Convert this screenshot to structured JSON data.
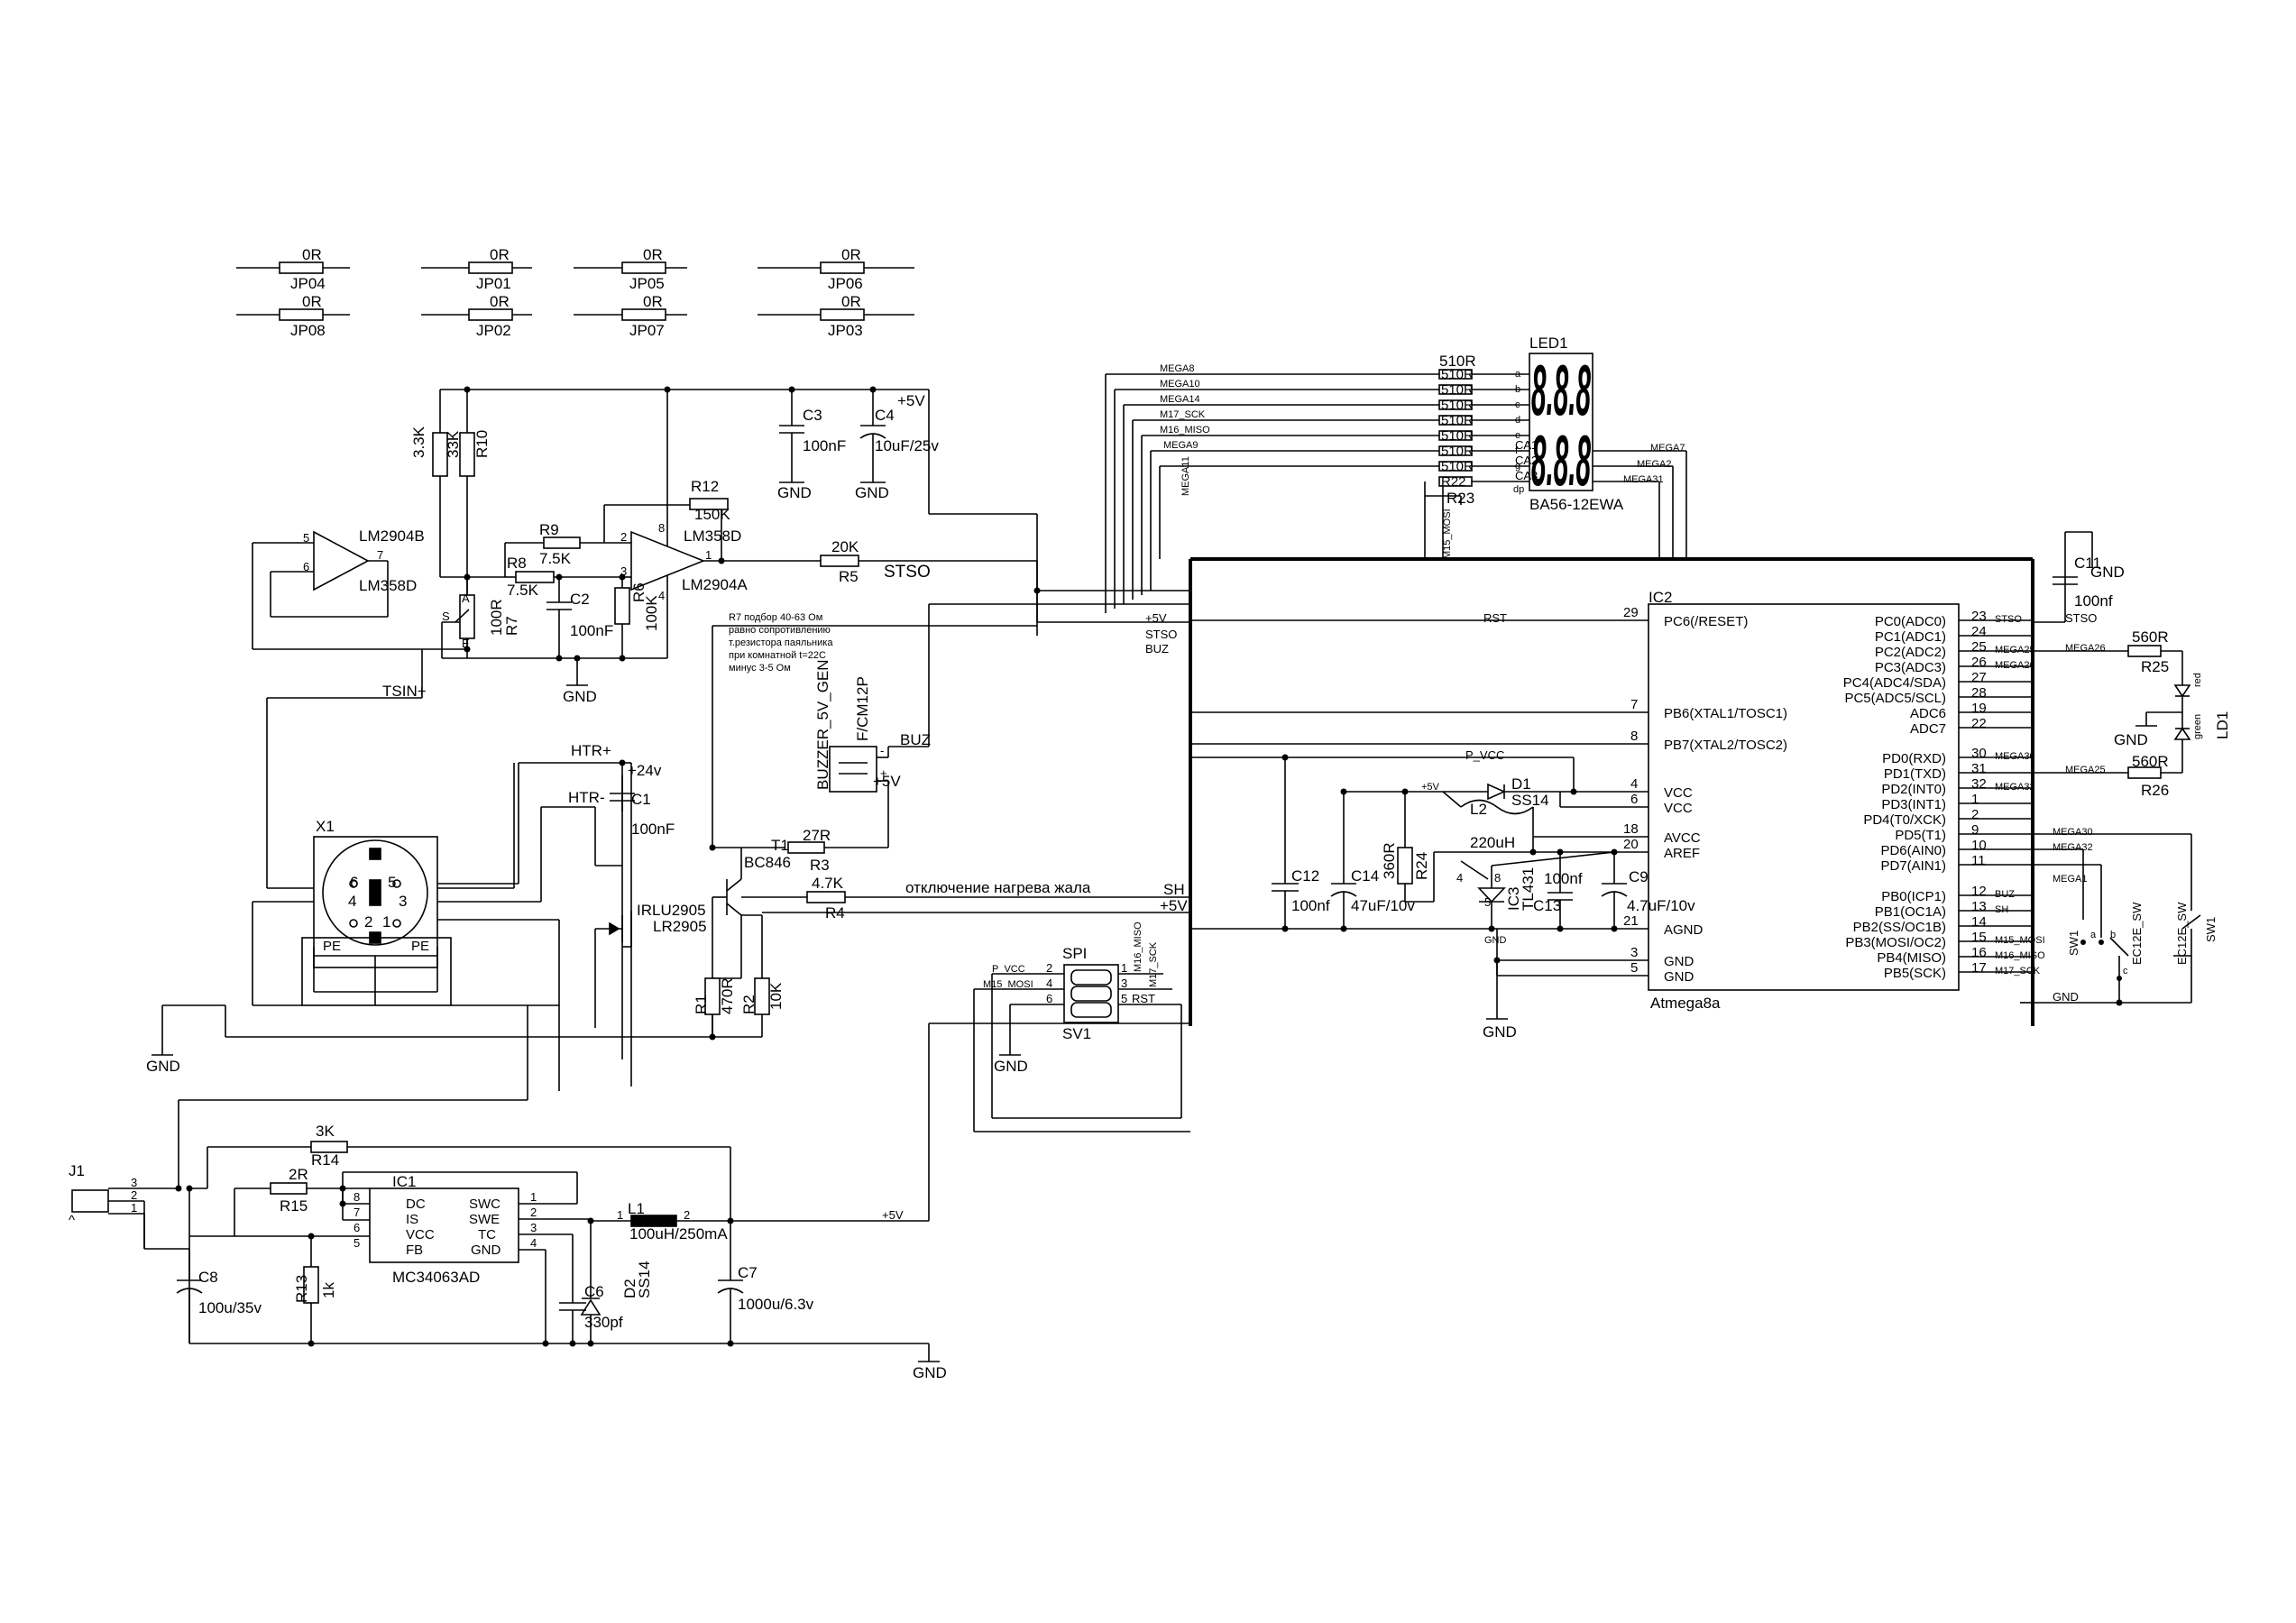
{
  "jumpers": [
    {
      "value": "0R",
      "ref": "JP04"
    },
    {
      "value": "0R",
      "ref": "JP01"
    },
    {
      "value": "0R",
      "ref": "JP05"
    },
    {
      "value": "0R",
      "ref": "JP06"
    },
    {
      "value": "0R",
      "ref": "JP08"
    },
    {
      "value": "0R",
      "ref": "JP02"
    },
    {
      "value": "0R",
      "ref": "JP07"
    },
    {
      "value": "0R",
      "ref": "JP03"
    }
  ],
  "opamp": {
    "r_3k3": "3.3K",
    "r10_val": "33K",
    "r10": "R10",
    "u1b": "LM2904B",
    "u1b_alt": "LM358D",
    "pin5": "5",
    "pin6": "6",
    "pin7": "7",
    "r9": "R9",
    "r9_val": "7.5K",
    "r8": "R8",
    "r8_val": "7.5K",
    "r7": "R7",
    "r7_val": "100R",
    "pot_s": "S",
    "pot_a": "A",
    "pot_e": "E",
    "c2": "C2",
    "c2_val": "100nF",
    "r6": "R6",
    "r6_val": "100K",
    "r12": "R12",
    "r12_val": "150K",
    "u1a": "LM358D",
    "u1a_alt": "LM2904A",
    "pin1": "1",
    "pin2": "2",
    "pin3": "3",
    "pin4": "4",
    "pin8": "8",
    "r5_val": "20K",
    "r5": "R5",
    "stso": "STSO",
    "gnd": "GND",
    "tsin": "TSIN+"
  },
  "supply": {
    "c3": "C3",
    "c3_val": "100nF",
    "c4": "C4",
    "c4_val": "10uF/25v",
    "v5": "+5V",
    "gnd1": "GND",
    "gnd2": "GND"
  },
  "note": {
    "lines": [
      "R7 подбор 40-63 Ом",
      "равно сопротивлению",
      "т.резистора паяльника",
      "при комнатной t=22С",
      "минус 3-5 Ом"
    ]
  },
  "buzzer": {
    "ref": "BUZZER_5V_GEN",
    "part": "F/CM12P",
    "net": "BUZ",
    "v5": "+5V",
    "minus": "-",
    "plus": "+"
  },
  "heater": {
    "htr_p": "HTR+",
    "htr_m": "HTR-",
    "v24": "+24v",
    "c1": "C1",
    "c1_val": "100nF",
    "q": "IRLU2905",
    "q_alt": "LR2905",
    "t1": "T1",
    "t1_part": "BC846",
    "r3": "R3",
    "r3_val": "27R",
    "r4": "R4",
    "r4_val": "4.7K",
    "off_label": "отключение нагрева жала",
    "sh": "SH",
    "v5": "+5V",
    "r1": "R1",
    "r1_val": "470R",
    "r2": "R2",
    "r2_val": "10K"
  },
  "connector": {
    "ref": "X1",
    "p6": "6",
    "p5": "5",
    "p4": "4",
    "p3": "3",
    "p2": "2",
    "p1": "1",
    "pe1": "PE",
    "pe2": "PE",
    "gnd": "GND"
  },
  "display": {
    "ref": "LED1",
    "part": "BA56-12EWA",
    "digits": "8.8.8",
    "r_top": "510R",
    "rows": [
      {
        "r": "510R",
        "s": "a"
      },
      {
        "r": "510R",
        "s": "b"
      },
      {
        "r": "510R",
        "s": "c"
      },
      {
        "r": "510R",
        "s": "d"
      },
      {
        "r": "510R",
        "s": "e"
      },
      {
        "r": "510R",
        "s": "f"
      },
      {
        "r": "510R",
        "s": "g"
      },
      {
        "r": "R22",
        "s": "dp"
      }
    ],
    "r23": "R23",
    "nets": [
      "MEGA8",
      "MEGA10",
      "MEGA14",
      "M17_SCK",
      "M16_MISO",
      "MEGA9"
    ],
    "mega11": "MEGA11",
    "m15": "M15_MOSI",
    "ca1": "CA1",
    "ca2": "CA2",
    "ca3": "CA3",
    "mega7": "MEGA7",
    "mega2": "MEGA2",
    "mega31": "MEGA31"
  },
  "mcu": {
    "ref": "IC2",
    "part": "Atmega8a",
    "left_net": [
      "+5V",
      "STSO",
      "BUZ"
    ],
    "rst_net": "RST",
    "left_pins": [
      {
        "n": "29",
        "name": "PC6(/RESET)"
      },
      {
        "n": "7",
        "name": "PB6(XTAL1/TOSC1)"
      },
      {
        "n": "8",
        "name": "PB7(XTAL2/TOSC2)"
      },
      {
        "n": "4",
        "name": "VCC"
      },
      {
        "n": "6",
        "name": "VCC"
      },
      {
        "n": "18",
        "name": "AVCC"
      },
      {
        "n": "20",
        "name": "AREF"
      },
      {
        "n": "21",
        "name": "AGND"
      },
      {
        "n": "3",
        "name": "GND"
      },
      {
        "n": "5",
        "name": "GND"
      }
    ],
    "right_pins": [
      {
        "n": "23",
        "name": "PC0(ADC0)",
        "net": "STSO"
      },
      {
        "n": "24",
        "name": "PC1(ADC1)",
        "net": ""
      },
      {
        "n": "25",
        "name": "PC2(ADC2)",
        "net": "MEGA25"
      },
      {
        "n": "26",
        "name": "PC3(ADC3)",
        "net": "MEGA26"
      },
      {
        "n": "27",
        "name": "PC4(ADC4/SDA)",
        "net": ""
      },
      {
        "n": "28",
        "name": "PC5(ADC5/SCL)",
        "net": ""
      },
      {
        "n": "19",
        "name": "ADC6",
        "net": ""
      },
      {
        "n": "22",
        "name": "ADC7",
        "net": ""
      },
      {
        "n": "30",
        "name": "PD0(RXD)",
        "net": "MEGA30"
      },
      {
        "n": "31",
        "name": "PD1(TXD)",
        "net": ""
      },
      {
        "n": "32",
        "name": "PD2(INT0)",
        "net": "MEGA32"
      },
      {
        "n": "1",
        "name": "PD3(INT1)",
        "net": ""
      },
      {
        "n": "2",
        "name": "PD4(T0/XCK)",
        "net": ""
      },
      {
        "n": "9",
        "name": "PD5(T1)",
        "net": ""
      },
      {
        "n": "10",
        "name": "PD6(AIN0)",
        "net": ""
      },
      {
        "n": "11",
        "name": "PD7(AIN1)",
        "net": ""
      },
      {
        "n": "12",
        "name": "PB0(ICP1)",
        "net": "BUZ"
      },
      {
        "n": "13",
        "name": "PB1(OC1A)",
        "net": "SH"
      },
      {
        "n": "14",
        "name": "PB2(SS/OC1B)",
        "net": ""
      },
      {
        "n": "15",
        "name": "PB3(MOSI/OC2)",
        "net": "M15_MOSI"
      },
      {
        "n": "16",
        "name": "PB4(MISO)",
        "net": "M16_MISO"
      },
      {
        "n": "17",
        "name": "PB5(SCK)",
        "net": "M17_SCK"
      }
    ],
    "pvcc": "P_VCC",
    "d1": "D1",
    "d1_part": "SS14",
    "l2": "L2",
    "l2_val": "220uH",
    "v5": "+5V",
    "c12": "C12",
    "c12_val": "100nf",
    "c14": "C14",
    "c14_val": "47uF/10v",
    "r24": "R24",
    "r24_val": "360R",
    "ic3": "IC3",
    "ic3_part": "TL431",
    "ic3_p4": "4",
    "ic3_p5": "5",
    "ic3_p8": "8",
    "c13": "C13",
    "c13_val": "100nf",
    "c9": "C9",
    "c9_val": "4.7uF/10v",
    "gnd_small": "GND",
    "gnd": "GND"
  },
  "right": {
    "c11": "C11",
    "gnd1": "GND",
    "c11_val": "100nf",
    "stso": "STSO",
    "mega26": "MEGA26",
    "r25": "R25",
    "r25_val": "560R",
    "mega25": "MEGA25",
    "r26": "R26",
    "r26_val": "560R",
    "gnd2": "GND",
    "ld1": "LD1",
    "red": "red",
    "green": "green",
    "mega30": "MEGA30",
    "mega32": "MEGA32",
    "mega1": "MEGA1",
    "sw1a": "SW1",
    "sw1b": "SW1",
    "enc1": "EC12E_SW",
    "enc2": "EC12E_SW",
    "a": "a",
    "b": "b",
    "c": "c",
    "gnd3": "GND"
  },
  "spi": {
    "ref": "SPI",
    "sv1": "SV1",
    "gnd": "GND",
    "left": [
      {
        "net": "P_VCC",
        "n": "2"
      },
      {
        "net": "M15_MOSI",
        "n": "4"
      },
      {
        "net": "",
        "n": "6"
      }
    ],
    "right": [
      {
        "n": "1",
        "net": "M16_MISO"
      },
      {
        "n": "3",
        "net": "M17_SCK"
      },
      {
        "n": "5",
        "net": "RST"
      }
    ]
  },
  "psu": {
    "j1": "J1",
    "p3": "3",
    "p2": "2",
    "p1": "1",
    "tilde": "^",
    "r14": "R14",
    "r14_val": "3K",
    "r15": "R15",
    "r15_val": "2R",
    "ic1": "IC1",
    "ic1_part": "MC34063AD",
    "pins_l": [
      {
        "n": "8",
        "name": "DC"
      },
      {
        "n": "7",
        "name": "IS"
      },
      {
        "n": "6",
        "name": "VCC"
      },
      {
        "n": "5",
        "name": "FB"
      }
    ],
    "pins_r": [
      {
        "n": "1",
        "name": "SWC"
      },
      {
        "n": "2",
        "name": "SWE"
      },
      {
        "n": "3",
        "name": "TC"
      },
      {
        "n": "4",
        "name": "GND"
      }
    ],
    "l1": "L1",
    "l1_val": "100uH/250mA",
    "d2": "D2",
    "d2_part": "SS14",
    "c6": "C6",
    "c6_val": "330pf",
    "c7": "C7",
    "c7_val": "1000u/6.3v",
    "c8": "C8",
    "c8_val": "100u/35v",
    "r13": "R13",
    "r13_val": "1k",
    "v5": "+5V",
    "gnd": "GND",
    "l_p1": "1",
    "l_p2": "2"
  }
}
